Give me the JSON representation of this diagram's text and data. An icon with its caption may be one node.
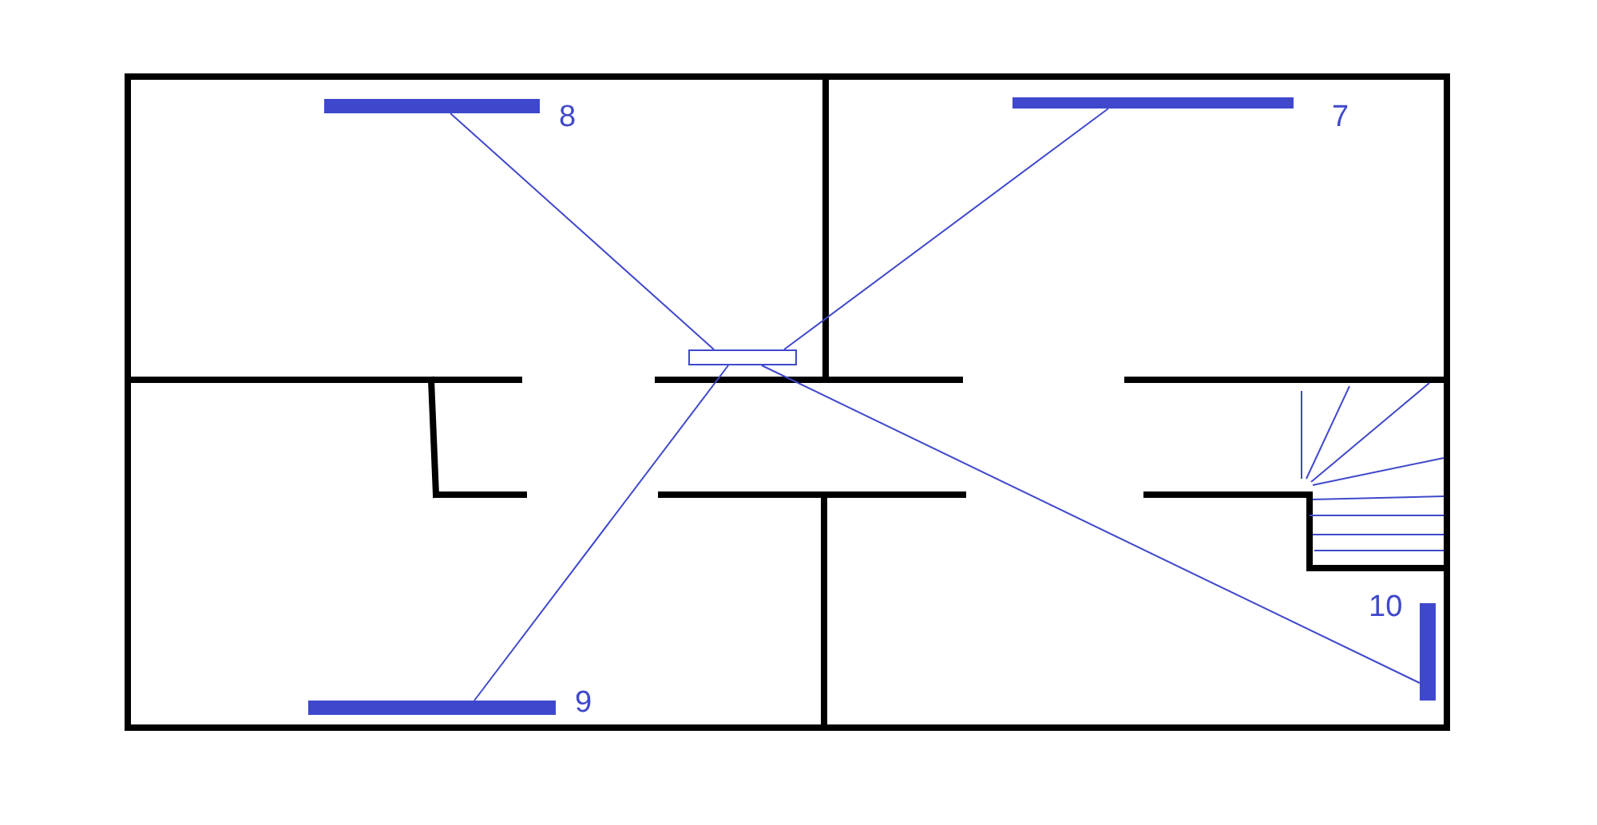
{
  "diagram": {
    "nodes": [
      {
        "text": [],
        "shape": "bar",
        "beside": [
          "8"
        ]
      },
      {
        "text": [],
        "shape": "bar",
        "beside": [
          "7"
        ]
      },
      {
        "text": [],
        "shape": "box"
      },
      {
        "text": [],
        "shape": "bar",
        "beside": [
          "9"
        ]
      },
      {
        "text": [],
        "shape": "bar",
        "beside": [
          "10"
        ]
      }
    ],
    "edges": [
      {
        "from": 2,
        "to": 0,
        "arrow": "none"
      },
      {
        "from": 2,
        "to": 1,
        "arrow": "none"
      },
      {
        "from": 2,
        "to": 3,
        "arrow": "none"
      },
      {
        "from": 2,
        "to": 4,
        "arrow": "none"
      }
    ]
  }
}
